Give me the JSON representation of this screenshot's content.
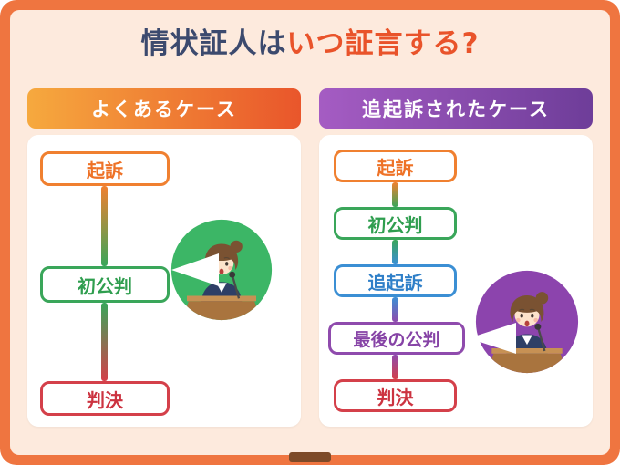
{
  "title": {
    "prefix": "情状証人は",
    "highlight": "いつ証言する?"
  },
  "left_panel": {
    "header": "よくあるケース",
    "steps": {
      "kiso": "起訴",
      "hatsukohan": "初公判",
      "hanketsu": "判決"
    }
  },
  "right_panel": {
    "header": "追起訴されたケース",
    "steps": {
      "kiso": "起訴",
      "hatsukohan": "初公判",
      "tsuikiso": "追起訴",
      "saigo_no_kohan": "最後の公判",
      "hanketsu": "判決"
    }
  },
  "icons": {
    "left_witness": "witness-at-podium-icon",
    "right_witness": "witness-at-podium-icon"
  },
  "colors": {
    "frame_orange": "#ef7540",
    "background_peach": "#fdeadd",
    "title_navy": "#3c4a6e",
    "title_accent_orange": "#e9532a",
    "left_header_gradient_start": "#f6a93e",
    "left_header_gradient_end": "#e9562b",
    "right_header_gradient_start": "#a55cc3",
    "right_header_gradient_end": "#6e3d99",
    "step_orange": "#f08030",
    "step_green": "#3aa65a",
    "step_blue": "#3b8fd4",
    "step_purple": "#8f4bad",
    "step_red": "#d4404a",
    "witness_circle_green": "#3cb666",
    "witness_circle_purple": "#8c44ad"
  }
}
